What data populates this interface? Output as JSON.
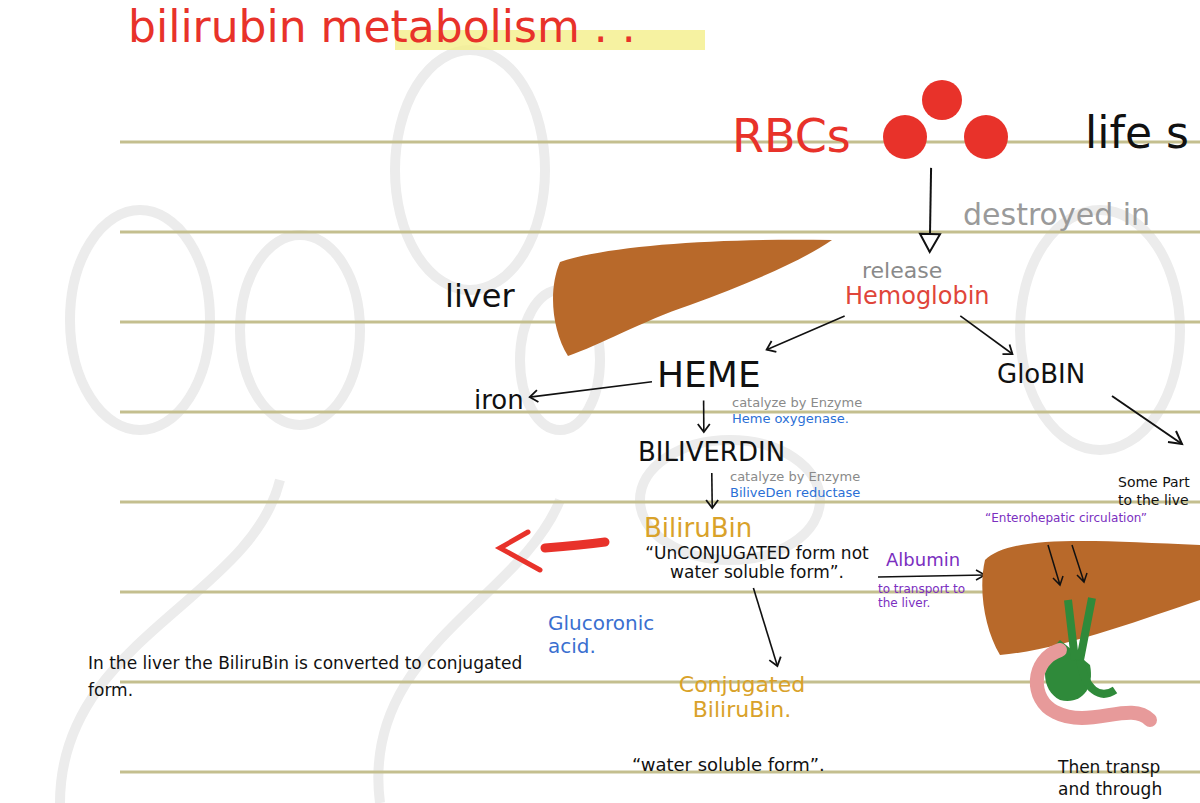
{
  "diagram": {
    "title": "bilirubin metabolism . .",
    "nodes": [
      {
        "text": [
          "RBCs"
        ]
      },
      {
        "text": [
          "release",
          "Hemoglobin"
        ]
      },
      {
        "text": [
          "HEME"
        ]
      },
      {
        "text": [
          "GloBIN"
        ]
      },
      {
        "text": [
          "iron"
        ]
      },
      {
        "text": [
          "BILIVERDIN"
        ]
      },
      {
        "text": [
          "BiliruBin",
          "“UnCONJUGATED form not water soluble form”."
        ]
      },
      {
        "text": [
          "Conjugated BiliruBin."
        ]
      }
    ],
    "edges": [
      {
        "from": 0,
        "to": 1,
        "arrow": "to"
      },
      {
        "from": 1,
        "to": 2,
        "arrow": "to"
      },
      {
        "from": 1,
        "to": 3,
        "arrow": "to"
      },
      {
        "from": 2,
        "to": 4,
        "arrow": "to"
      },
      {
        "from": 2,
        "to": 5,
        "arrow": "to"
      },
      {
        "from": 5,
        "to": 6,
        "arrow": "to"
      },
      {
        "from": 6,
        "to": 7,
        "arrow": "to"
      }
    ],
    "labels": [
      "life s",
      "destroyed in",
      "liver",
      "catalyze by Enzyme",
      "Heme oxygenase.",
      "catalyze by Enzyme",
      "BiliveDen reductase",
      "Albumin",
      "to transport to the liver.",
      "Glucoronic acid.",
      "In the liver the BiliruBin is converted to conjugated form.",
      "“water soluble form”.",
      "Some Part",
      "to the live",
      "“Enterohepatic circulation”",
      "Then transp",
      "and through"
    ]
  }
}
